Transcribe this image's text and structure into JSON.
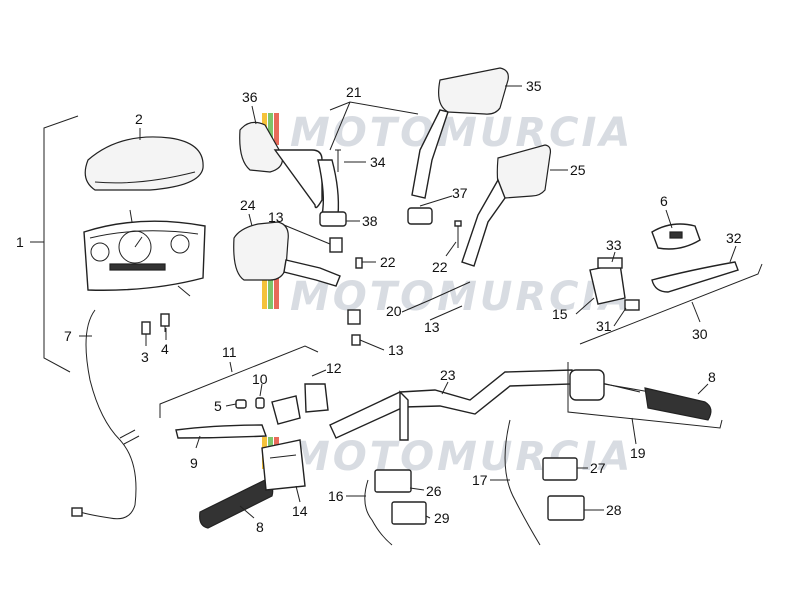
{
  "watermark": {
    "text": "MOTOMURCIA"
  },
  "callouts": {
    "c1": "1",
    "c2": "2",
    "c3": "3",
    "c4": "4",
    "c5": "5",
    "c6": "6",
    "c7": "7",
    "c8a": "8",
    "c8b": "8",
    "c9": "9",
    "c10": "10",
    "c11": "11",
    "c12": "12",
    "c13a": "13",
    "c13b": "13",
    "c13c": "13",
    "c14": "14",
    "c15": "15",
    "c16": "16",
    "c17": "17",
    "c19": "19",
    "c20": "20",
    "c21": "21",
    "c22a": "22",
    "c22b": "22",
    "c23": "23",
    "c24": "24",
    "c25": "25",
    "c26": "26",
    "c27": "27",
    "c28": "28",
    "c29": "29",
    "c30": "30",
    "c31": "31",
    "c32": "32",
    "c33": "33",
    "c34": "34",
    "c35": "35",
    "c36": "36",
    "c37": "37",
    "c38": "38"
  }
}
